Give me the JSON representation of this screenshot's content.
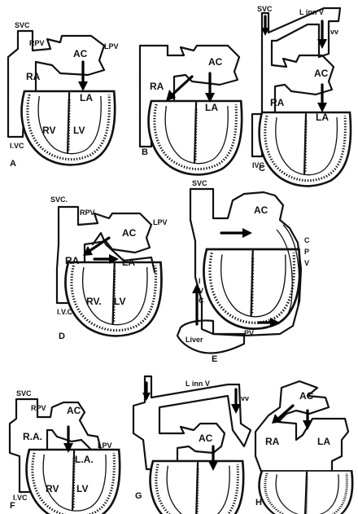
{
  "panels": [
    {
      "letter": "A",
      "labels": [
        "SVC",
        "RPV",
        "AC",
        "LPV",
        "RA",
        "LA",
        "I.VC",
        "RV",
        "LV"
      ]
    },
    {
      "letter": "B",
      "labels": [
        "AC",
        "RA",
        "LA"
      ]
    },
    {
      "letter": "C",
      "labels": [
        "SVC",
        "L inn V",
        "vv",
        "AC",
        "RA",
        "LA",
        "IVC"
      ]
    },
    {
      "letter": "D",
      "labels": [
        "SVC.",
        "RPV",
        "LPV",
        "AC",
        "RA",
        "LA",
        "I.V.C",
        "RV.",
        "LV"
      ]
    },
    {
      "letter": "E",
      "labels": [
        "SVC",
        "AC",
        "C",
        "P",
        "V",
        "I",
        "V",
        "C",
        "Liver",
        "PV"
      ]
    },
    {
      "letter": "F",
      "labels": [
        "SVC",
        "RPV",
        "AC",
        "LPV",
        "R.A.",
        "L.A.",
        "I.VC",
        "RV",
        "LV"
      ]
    },
    {
      "letter": "G",
      "labels": [
        "L inn V",
        "vv",
        "AC"
      ]
    },
    {
      "letter": "H",
      "labels": [
        "AC",
        "RA",
        "LA"
      ]
    }
  ]
}
